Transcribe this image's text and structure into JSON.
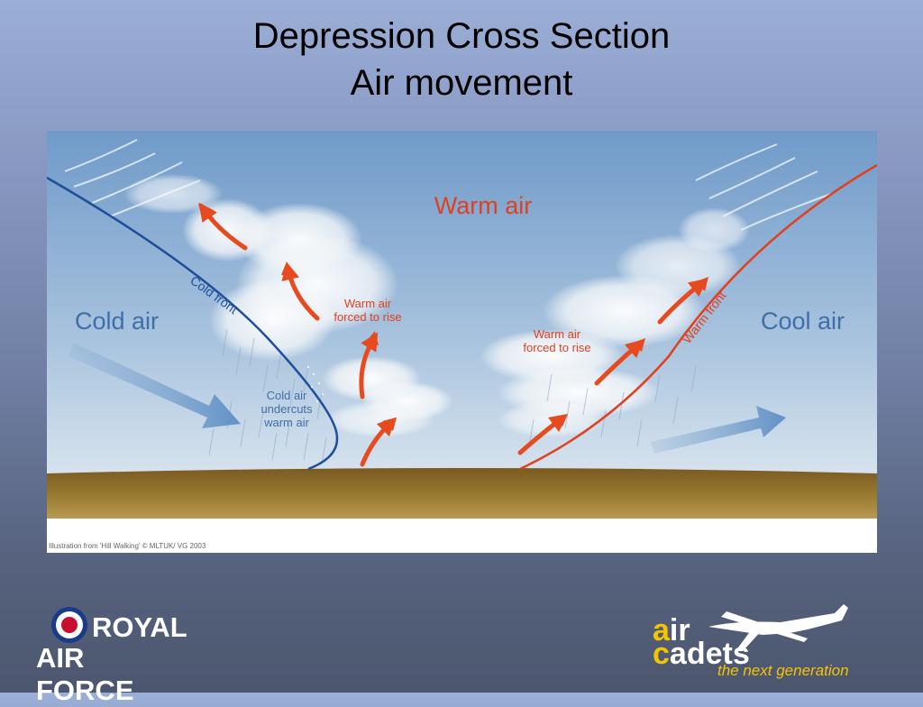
{
  "title": {
    "line1": "Depression Cross Section",
    "line2": "Air movement"
  },
  "diagram": {
    "labels": {
      "warm_air": "Warm air",
      "cold_air": "Cold air",
      "cool_air": "Cool air",
      "cold_front": "Cold front",
      "warm_front": "Warm front",
      "cold_undercuts_1": "Cold air",
      "cold_undercuts_2": "undercuts",
      "cold_undercuts_3": "warm air",
      "forced_left_1": "Warm air",
      "forced_left_2": "forced to rise",
      "forced_right_1": "Warm air",
      "forced_right_2": "forced to rise"
    },
    "credit": "Illustration from 'Hill Walking' © MLTUK/ VG 2003",
    "colors": {
      "sky_top": "#6f9ac9",
      "sky_bottom": "#d8e4ee",
      "ground": "#8a6a2a",
      "cold_front": "#1f4e9a",
      "warm_front": "#e0401e",
      "arrow_red": "#e64a1e",
      "label_blue": "#3f6fa8"
    }
  },
  "logos": {
    "raf_line1": "ROYAL",
    "raf_line2": "AIR FORCE",
    "cadets_air_a": "a",
    "cadets_air_rest": "ir",
    "cadets_c": "c",
    "cadets_rest": "adets",
    "tagline": "the next generation"
  }
}
